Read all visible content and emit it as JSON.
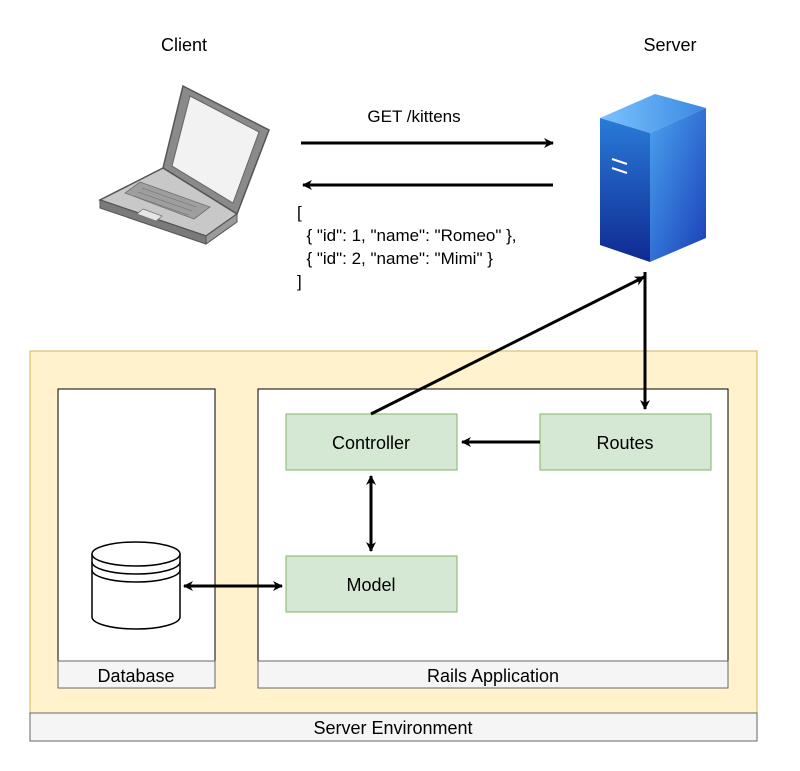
{
  "client": {
    "label": "Client",
    "icon": "laptop-icon"
  },
  "server": {
    "label": "Server",
    "icon": "server-tower-icon"
  },
  "request": {
    "label": "GET /kittens"
  },
  "response": {
    "lines": [
      "[",
      "  { \"id\": 1, \"name\": \"Romeo\" },",
      "  { \"id\": 2, \"name\": \"Mimi\" }",
      "]"
    ]
  },
  "environment": {
    "label": "Server Environment",
    "fill": "#fff2cc",
    "border": "#d6b656"
  },
  "database": {
    "label": "Database",
    "icon": "database-cylinder-icon"
  },
  "rails": {
    "label": "Rails Application"
  },
  "components": {
    "controller": "Controller",
    "routes": "Routes",
    "model": "Model",
    "fill": "#d5e8d4",
    "border": "#82b366"
  }
}
